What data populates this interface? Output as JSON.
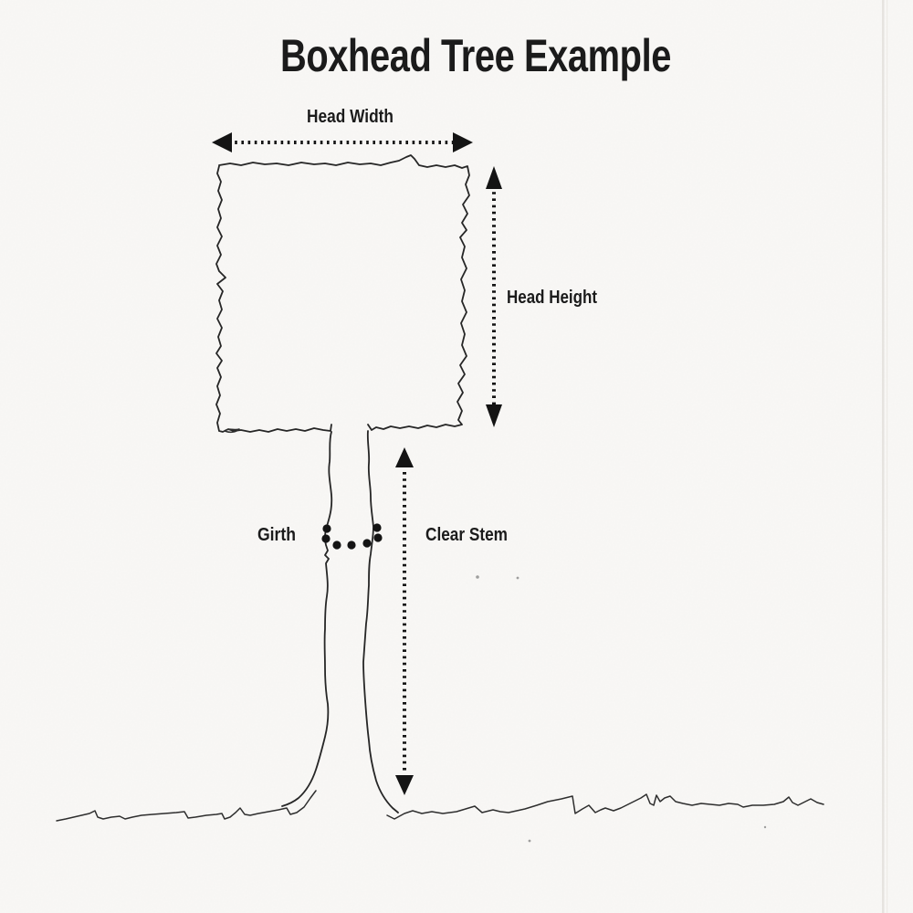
{
  "title": "Boxhead Tree Example",
  "annotations": {
    "head_width": {
      "label": "Head Width"
    },
    "head_height": {
      "label": "Head Height"
    },
    "girth": {
      "label": "Girth"
    },
    "clear_stem": {
      "label": "Clear Stem"
    }
  },
  "icons": {
    "head_width_arrow": "double-headed-horizontal-dotted-arrow",
    "head_height_arrow": "double-headed-vertical-dotted-arrow",
    "clear_stem_arrow": "double-headed-vertical-dotted-arrow",
    "girth_marks": "dotted-band-around-stem"
  },
  "colors": {
    "paper": "#f9f8f6",
    "ink": "#262626",
    "annotation_ink": "#141414"
  }
}
